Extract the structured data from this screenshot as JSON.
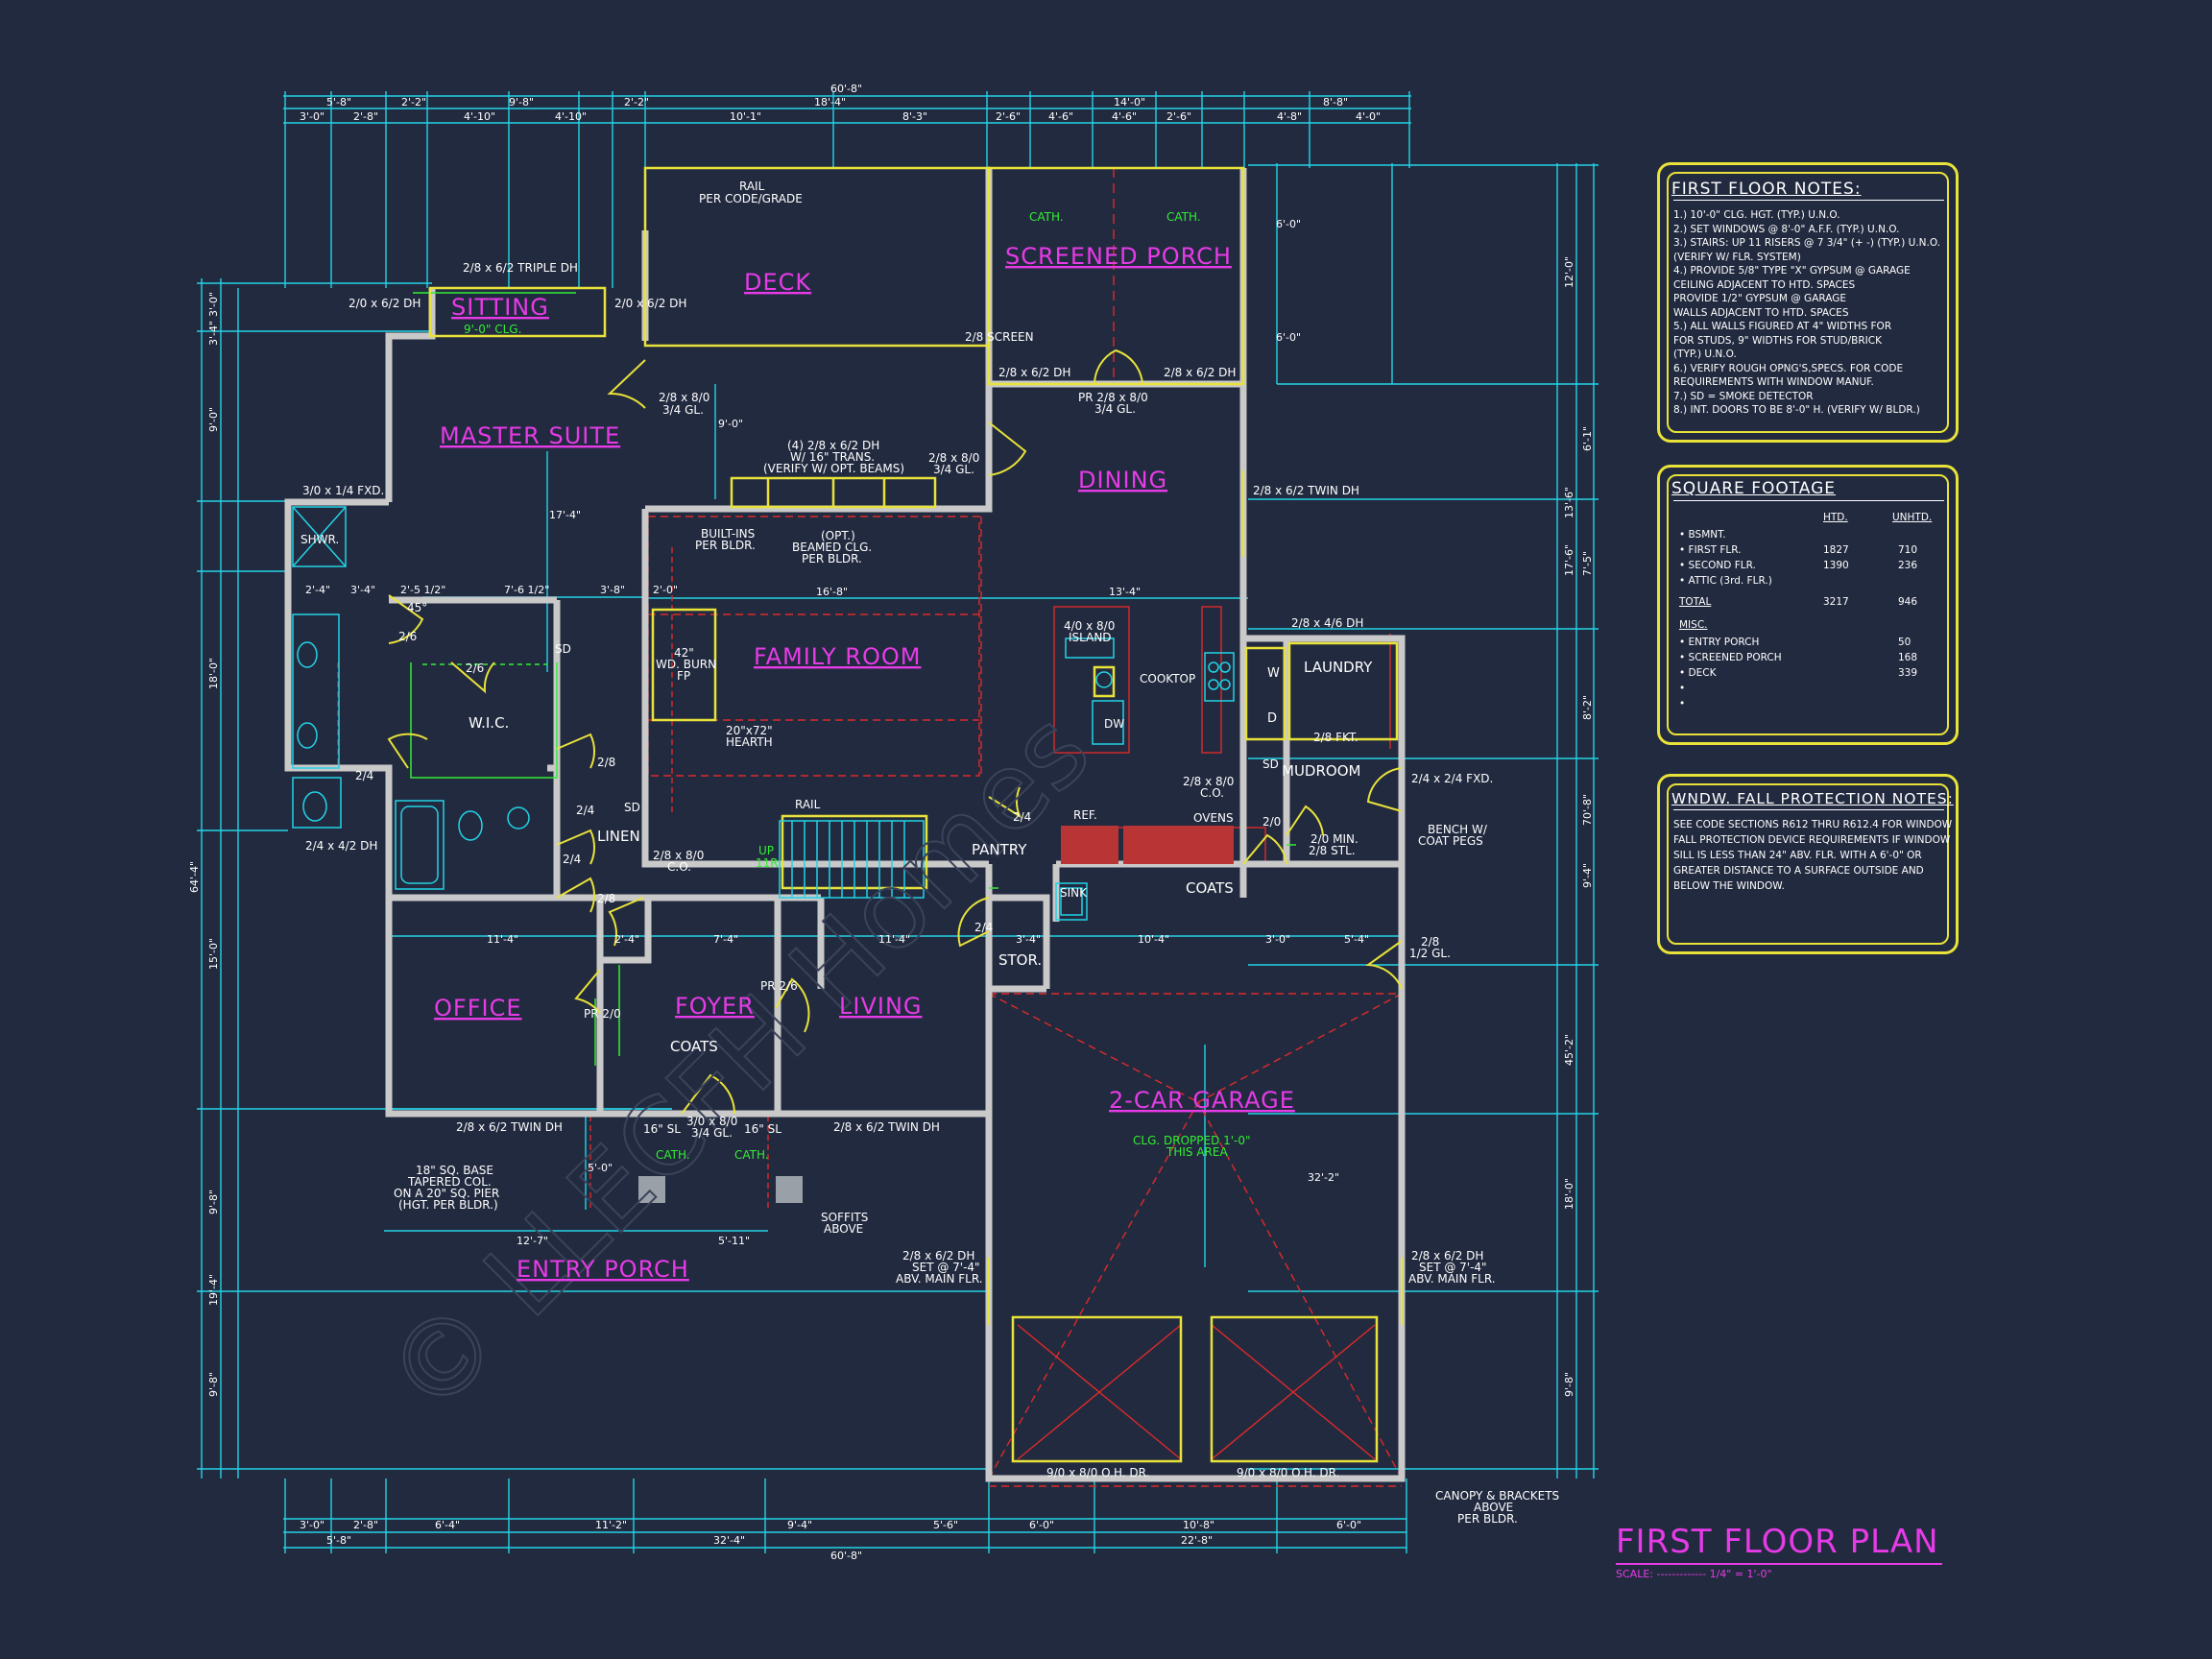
{
  "notes_panel": {
    "title": "FIRST FLOOR NOTES:",
    "lines": [
      "1.) 10'-0\" CLG. HGT. (TYP.) U.N.O.",
      "2.) SET WINDOWS @ 8'-0\" A.F.F. (TYP.) U.N.O.",
      "3.) STAIRS: UP 11 RISERS @ 7 3/4\" (+ -) (TYP.) U.N.O.",
      "     (VERIFY W/ FLR. SYSTEM)",
      "4.) PROVIDE 5/8\" TYPE \"X\" GYPSUM @ GARAGE",
      "     CEILING ADJACENT TO HTD. SPACES",
      "     PROVIDE 1/2\" GYPSUM @ GARAGE",
      "     WALLS ADJACENT TO HTD. SPACES",
      "5.) ALL WALLS FIGURED AT 4\" WIDTHS FOR",
      "     FOR STUDS, 9\" WIDTHS FOR STUD/BRICK",
      "     (TYP.) U.N.O.",
      "6.) VERIFY ROUGH OPNG'S,SPECS. FOR CODE",
      "     REQUIREMENTS WITH WINDOW MANUF.",
      "7.) SD = SMOKE DETECTOR",
      "8.) INT. DOORS TO BE 8'-0\" H. (VERIFY W/ BLDR.)"
    ]
  },
  "sqft_panel": {
    "title": "SQUARE FOOTAGE",
    "col_htd": "HTD.",
    "col_unhtd": "UNHTD.",
    "rows": [
      {
        "label": "• BSMNT.",
        "htd": "",
        "unhtd": ""
      },
      {
        "label": "• FIRST FLR.",
        "htd": "1827",
        "unhtd": "710"
      },
      {
        "label": "• SECOND FLR.",
        "htd": "1390",
        "unhtd": "236"
      },
      {
        "label": "• ATTIC (3rd. FLR.)",
        "htd": "",
        "unhtd": ""
      },
      {
        "label": "TOTAL",
        "htd": "3217",
        "unhtd": "946"
      },
      {
        "label": "MISC.",
        "htd": "",
        "unhtd": ""
      },
      {
        "label": "• ENTRY PORCH",
        "htd": "",
        "unhtd": "50"
      },
      {
        "label": "• SCREENED PORCH",
        "htd": "",
        "unhtd": "168"
      },
      {
        "label": "• DECK",
        "htd": "",
        "unhtd": "339"
      },
      {
        "label": "•",
        "htd": "",
        "unhtd": ""
      },
      {
        "label": "•",
        "htd": "",
        "unhtd": ""
      }
    ]
  },
  "window_panel": {
    "title": "WNDW. FALL PROTECTION NOTES:",
    "lines": [
      "SEE CODE SECTIONS R612 THRU R612.4 FOR WINDOW",
      "FALL PROTECTION DEVICE REQUIREMENTS IF WINDOW",
      "SILL IS LESS THAN 24\" ABV. FLR. WITH A 6'-0\" OR",
      "GREATER DISTANCE TO A SURFACE OUTSIDE AND",
      "BELOW THE WINDOW."
    ]
  },
  "title_block": {
    "title": "FIRST FLOOR PLAN",
    "scale": "SCALE: ------------- 1/4\" = 1'-0\""
  },
  "rooms": {
    "deck": "DECK",
    "screened_porch": "SCREENED PORCH",
    "sitting": "SITTING",
    "master_suite": "MASTER SUITE",
    "dining": "DINING",
    "family_room": "FAMILY ROOM",
    "laundry": "LAUNDRY",
    "mudroom": "MUDROOM",
    "wic": "W.I.C.",
    "linen": "LINEN",
    "pantry": "PANTRY",
    "coats_mud": "COATS",
    "office": "OFFICE",
    "foyer": "FOYER",
    "living": "LIVING",
    "stor": "STOR.",
    "coats_foyer": "COATS",
    "garage": "2-CAR GARAGE",
    "entry_porch": "ENTRY PORCH"
  },
  "labels": {
    "rail_deck": "RAIL",
    "rail_code": "PER CODE/GRADE",
    "cath_1": "CATH.",
    "cath_2": "CATH.",
    "cath_3": "CATH.",
    "cath_4": "CATH.",
    "sitting_clg": "9'-0\" CLG.",
    "triple_dh": "2/8 x 6/2 TRIPLE DH",
    "dh_left": "2/0 x 6/2 DH",
    "dh_right": "2/0 x 6/2 DH",
    "screen": "2/8 SCREEN",
    "dh_porch_l": "2/8 x 6/2 DH",
    "dh_porch_r": "2/8 x 6/2 DH",
    "pr_door": "PR 2/8 x 8/0",
    "pr_door_gl": "3/4 GL.",
    "door_28_80": "2/8 x 8/0",
    "door_34_gl": "3/4 GL.",
    "trans_1": "(4) 2/8 x 6/2 DH",
    "trans_2": "W/ 16\" TRANS.",
    "trans_3": "(VERIFY W/ OPT. BEAMS)",
    "door_b": "2/8 x 8/0",
    "door_b_gl": "3/4 GL.",
    "twin_dh_dining": "2/8 x 6/2 TWIN DH",
    "fxd_3014": "3/0 x 1/4 FXD.",
    "shwr": "SHWR.",
    "builtins_1": "BUILT-INS",
    "builtins_2": "PER BLDR.",
    "beam_1": "(OPT.)",
    "beam_2": "BEAMED CLG.",
    "beam_3": "PER BLDR.",
    "fp_1": "42\"",
    "fp_2": "WD. BURN",
    "fp_3": "FP",
    "hearth_1": "20\"x72\"",
    "hearth_2": "HEARTH",
    "island_1": "4/0 x 8/0",
    "island_2": "ISLAND",
    "cooktop": "COOKTOP",
    "dw": "DW",
    "dh_laundry": "2/8 x 4/6 DH",
    "w": "W",
    "d": "D",
    "fkt": "2/8 FKT.",
    "sd_1": "SD",
    "sd_2": "SD",
    "sd_3": "SD",
    "co_1": "2/8 x 8/0",
    "co_1b": "C.O.",
    "ovens": "OVENS",
    "ref": "REF.",
    "fxd_2414": "2/4 x 2/4 FXD.",
    "bench_1": "BENCH W/",
    "bench_2": "COAT PEGS",
    "min_1": "2/0 MIN.",
    "min_2": "2/8 STL.",
    "sink": "SINK",
    "rail_stair": "RAIL",
    "up": "UP",
    "up_r": "11R",
    "co_2": "2/8 x 8/0",
    "co_2b": "C.O.",
    "dh_2442": "2/4 x 4/2 DH",
    "door_26": "2/6",
    "door_26b": "2/6",
    "door_28a": "2/8",
    "door_24a": "2/4",
    "door_24b": "2/4",
    "door_24c": "2/4",
    "door_28b": "2/8",
    "door_24d": "2/4",
    "door_24e": "2/4",
    "door_20": "2/0",
    "door_pr20": "PR 2/0",
    "door_pr26": "PR 2/6",
    "door_28_half": "2/8",
    "door_28_half_gl": "1/2 GL.",
    "deg45": "45°",
    "twin_dh_office": "2/8 x 6/2 TWIN DH",
    "twin_dh_living": "2/8 x 6/2 TWIN DH",
    "front_door": "3/0 x 8/0",
    "front_door_gl": "3/4 GL.",
    "sl_l": "16\" SL",
    "sl_r": "16\" SL",
    "col_1": "18\" SQ. BASE",
    "col_2": "TAPERED COL.",
    "col_3": "ON A 20\" SQ. PIER",
    "col_4": "(HGT. PER BLDR.)",
    "soffit_1": "SOFFITS",
    "soffit_2": "ABOVE",
    "garage_clg_1": "CLG. DROPPED 1'-0\"",
    "garage_clg_2": "THIS AREA",
    "gar_dh_l1": "2/8 x 6/2 DH",
    "gar_dh_l2": "SET @ 7'-4\"",
    "gar_dh_l3": "ABV. MAIN FLR.",
    "gar_dh_r1": "2/8 x 6/2 DH",
    "gar_dh_r2": "SET @ 7'-4\"",
    "gar_dh_r3": "ABV. MAIN FLR.",
    "ohd_1": "9/0 x 8/0 O.H. DR.",
    "ohd_2": "9/0 x 8/0 O.H. DR.",
    "canopy_1": "CANOPY & BRACKETS",
    "canopy_2": "ABOVE",
    "canopy_3": "PER BLDR."
  },
  "dims": {
    "overall_top": "60'-8\"",
    "overall_bottom": "60'-8\"",
    "top_row1": [
      "5'-8\"",
      "2'-2\"",
      "9'-8\"",
      "2'-2\"",
      "18'-4\"",
      "14'-0\"",
      "8'-8\""
    ],
    "top_row2": [
      "3'-0\"",
      "2'-8\"",
      "4'-10\"",
      "4'-10\"",
      "10'-1\"",
      "8'-3\"",
      "2'-6\"",
      "4'-6\"",
      "4'-6\"",
      "2'-6\"",
      "4'-8\"",
      "4'-0\""
    ],
    "bottom_row1": [
      "3'-0\"",
      "2'-8\"",
      "6'-4\"",
      "11'-2\"",
      "9'-4\"",
      "5'-6\"",
      "6'-0\"",
      "10'-8\"",
      "6'-0\""
    ],
    "bottom_row2": [
      "5'-8\"",
      "32'-4\"",
      "22'-8\""
    ],
    "left_overall": "64'-4\"",
    "left_a": [
      "3'-0\"",
      "3'-4\"",
      "9'-0\"",
      "18'-0\"",
      "15'-0\"",
      "9'-8\"",
      "19'-4\"",
      "9'-8\""
    ],
    "right_overall": "70'-8\"",
    "right_a": [
      "12'-0\"",
      "13'-6\"",
      "17'-6\"",
      "45'-2\"",
      "18'-0\"",
      "9'-8\""
    ],
    "right_b": [
      "6'-1\"",
      "7'-5\"",
      "8'-2\"",
      "9'-4\""
    ],
    "interior": [
      "16'-8\"",
      "13'-4\"",
      "7'-6 1/2\"",
      "3'-8\"",
      "2'-0\"",
      "2'-4\"",
      "3'-4\"",
      "2'-5 1/2\"",
      "17'-4\"",
      "11'-4\"",
      "2'-4\"",
      "7'-4\"",
      "11'-4\"",
      "3'-4\"",
      "10'-4\"",
      "3'-0\"",
      "5'-4\"",
      "12'-7\"",
      "5'-11\"",
      "32'-2\"",
      "6'-0\"",
      "6'-0\"",
      "9'-0\"",
      "5'-0\""
    ]
  }
}
